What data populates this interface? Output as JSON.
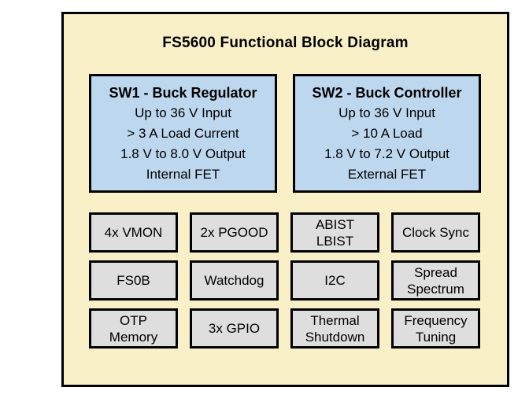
{
  "title": "FS5600 Functional Block Diagram",
  "colors": {
    "panel_background": "#FAF0C8",
    "regulator_block": "#BDD7EE",
    "feature_block": "#DEDEDE",
    "border": "#000000",
    "page_background": "#FFFFFF"
  },
  "regulators": [
    {
      "name": "SW1 - Buck Regulator",
      "lines": [
        "Up to 36 V Input",
        "> 3 A Load Current",
        "1.8 V to 8.0 V Output",
        "Internal FET"
      ]
    },
    {
      "name": "SW2 - Buck Controller",
      "lines": [
        "Up to 36 V Input",
        "> 10 A Load",
        "1.8 V to 7.2 V Output",
        "External FET"
      ]
    }
  ],
  "features": [
    "4x VMON",
    "2x PGOOD",
    "ABIST\nLBIST",
    "Clock Sync",
    "FS0B",
    "Watchdog",
    "I2C",
    "Spread\nSpectrum",
    "OTP\nMemory",
    "3x GPIO",
    "Thermal\nShutdown",
    "Frequency\nTuning"
  ]
}
